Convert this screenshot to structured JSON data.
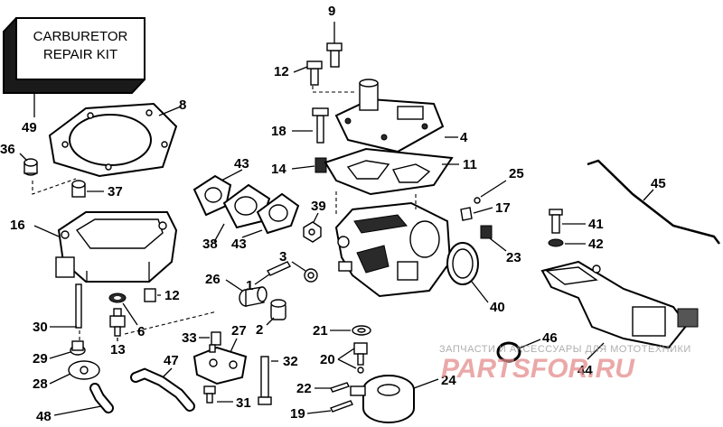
{
  "kit_box": {
    "line1": "CARBURETOR",
    "line2": "REPAIR KIT"
  },
  "callouts": [
    "9",
    "12",
    "18",
    "14",
    "4",
    "11",
    "8",
    "49",
    "36",
    "37",
    "16",
    "43",
    "38",
    "43",
    "39",
    "25",
    "17",
    "23",
    "45",
    "41",
    "42",
    "3",
    "1",
    "26",
    "2",
    "12",
    "6",
    "30",
    "13",
    "29",
    "28",
    "33",
    "27",
    "21",
    "20",
    "22",
    "19",
    "32",
    "31",
    "47",
    "48",
    "46",
    "44",
    "24",
    "40"
  ],
  "watermark": {
    "small": "ЗАПЧАСТИ И АКСЕССУАРЫ ДЛЯ МОТОТЕХНИКИ",
    "large": "PARTSFOR.RU"
  }
}
